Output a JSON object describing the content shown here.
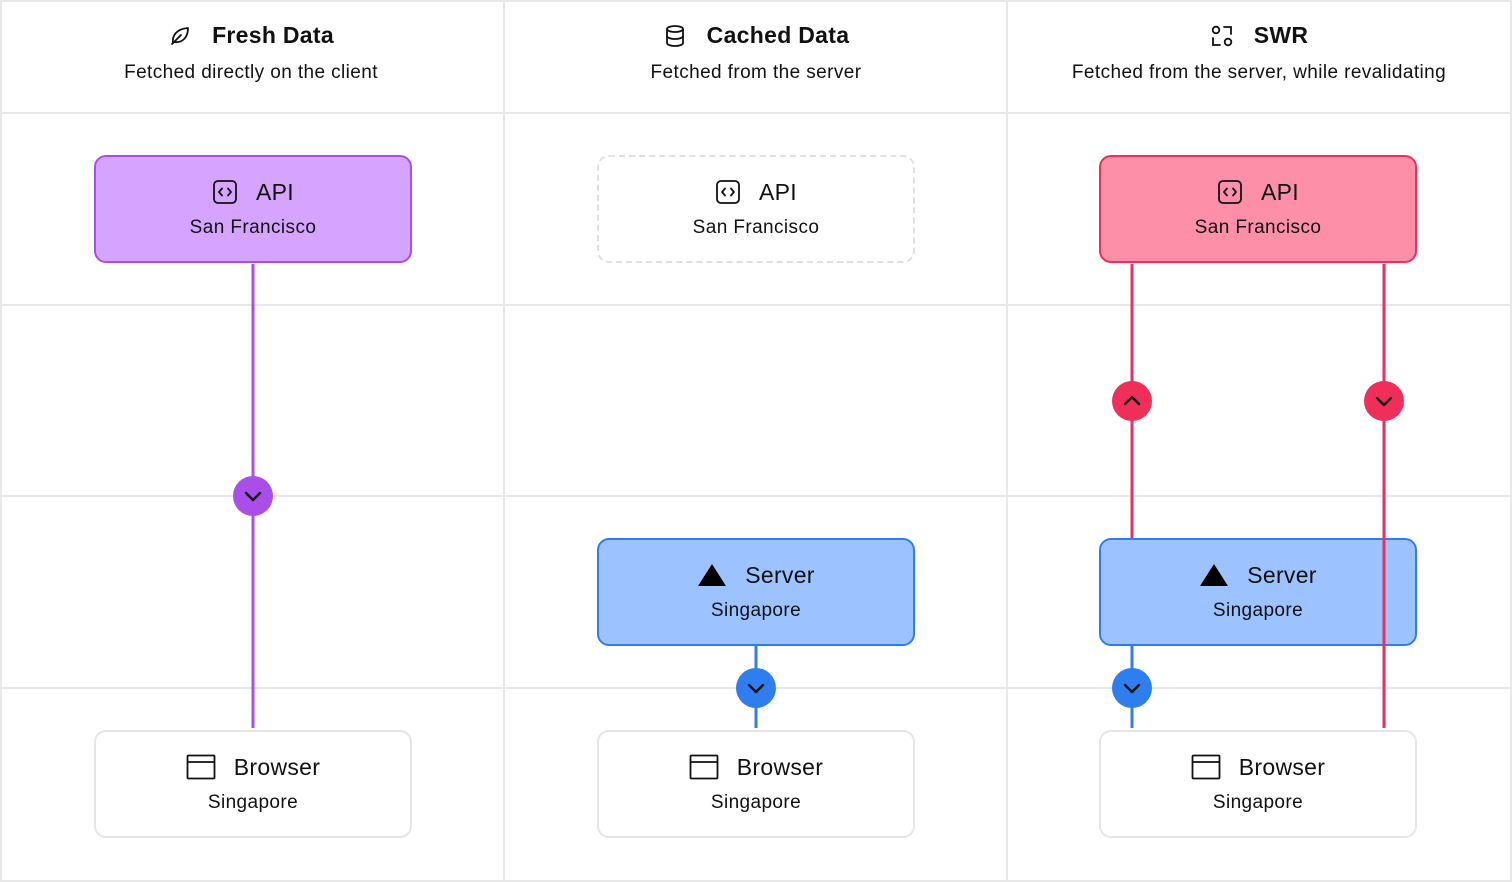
{
  "colors": {
    "grid": "#e8e8e8",
    "purple": "#a94ee8",
    "red": "#ef2e59",
    "blue": "#2f7ef0"
  },
  "columns": [
    {
      "title": "Fresh Data",
      "subtitle": "Fetched directly on the client",
      "icon": "leaf-icon",
      "api": {
        "title": "API",
        "location": "San Francisco",
        "style": "filled-purple"
      },
      "browser": {
        "title": "Browser",
        "location": "Singapore"
      },
      "connectors": [
        {
          "from": "API",
          "to": "Browser",
          "direction": "down",
          "color": "purple"
        }
      ]
    },
    {
      "title": "Cached Data",
      "subtitle": "Fetched from the server",
      "icon": "database-icon",
      "api": {
        "title": "API",
        "location": "San Francisco",
        "style": "dashed-inactive"
      },
      "server": {
        "title": "Server",
        "location": "Singapore"
      },
      "browser": {
        "title": "Browser",
        "location": "Singapore"
      },
      "connectors": [
        {
          "from": "Server",
          "to": "Browser",
          "direction": "down",
          "color": "blue"
        }
      ]
    },
    {
      "title": "SWR",
      "subtitle": "Fetched from the server, while revalidating",
      "icon": "swr-icon",
      "api": {
        "title": "API",
        "location": "San Francisco",
        "style": "filled-red"
      },
      "server": {
        "title": "Server",
        "location": "Singapore"
      },
      "browser": {
        "title": "Browser",
        "location": "Singapore"
      },
      "connectors": [
        {
          "from": "Server",
          "to": "API",
          "direction": "up",
          "color": "red"
        },
        {
          "from": "API",
          "to": "Browser",
          "direction": "down",
          "color": "red"
        },
        {
          "from": "Server",
          "to": "Browser",
          "direction": "down",
          "color": "blue"
        }
      ]
    }
  ]
}
